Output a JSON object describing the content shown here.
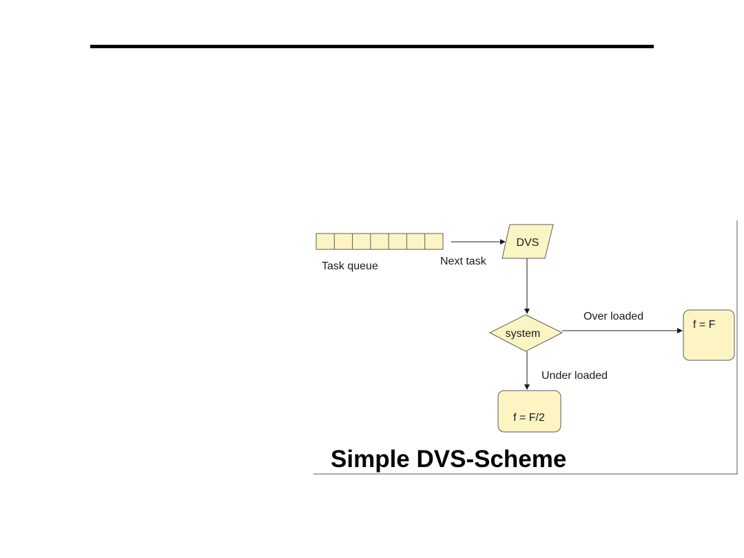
{
  "colors": {
    "node_fill": "#fcf5c3",
    "node_stroke": "#5a5a5a",
    "frame_stroke": "#555555",
    "rule": "#000000"
  },
  "diagram": {
    "task_queue": {
      "label": "Task queue",
      "slots": 7
    },
    "edge_next_task": "Next task",
    "dvs": "DVS",
    "system": "system",
    "edge_over_loaded": "Over loaded",
    "edge_under_loaded": "Under loaded",
    "node_full_freq": "f = F",
    "node_half_freq": "f = F/2",
    "caption": "Simple DVS-Scheme"
  }
}
